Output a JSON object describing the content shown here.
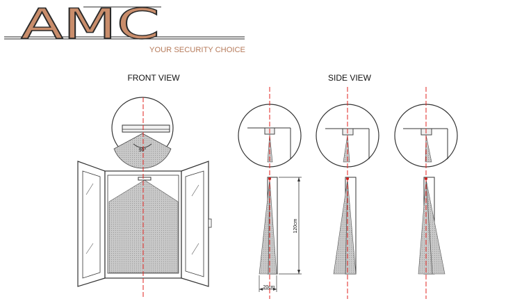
{
  "logo": {
    "brand": "AMC",
    "tagline": "YOUR SECURITY CHOICE",
    "color_fill": "#c98d6b",
    "color_outline": "#2a2a2a"
  },
  "front_view": {
    "title": "FRONT VIEW",
    "angle_label": "90°"
  },
  "side_view": {
    "title": "SIDE VIEW",
    "height_label": "120cm",
    "width_label": "20cm"
  },
  "colors": {
    "axis_line": "#e0211d",
    "beam": "#bdbdbd",
    "stroke": "#333333"
  }
}
